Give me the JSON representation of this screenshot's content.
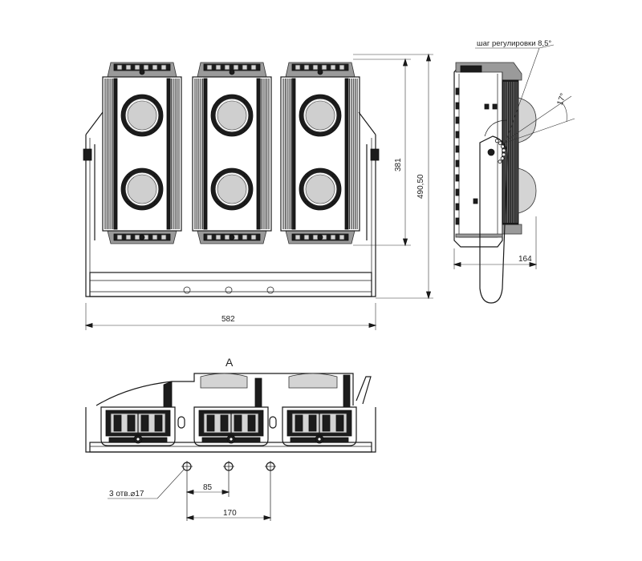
{
  "dimensions": {
    "overall_width": "582",
    "body_height": "381",
    "total_height": "490,50",
    "side_depth": "164",
    "hole_spacing_1": "85",
    "hole_spacing_2": "170"
  },
  "labels": {
    "adjustment_step": "шаг регулировки 8,5°",
    "tilt_angle": "17°",
    "view_a": "A",
    "holes": "3 отв.⌀17"
  }
}
